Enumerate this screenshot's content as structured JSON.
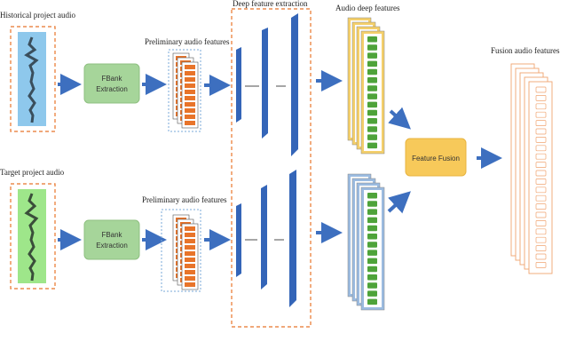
{
  "labels": {
    "historical_audio": "Historical project audio",
    "target_audio": "Target project audio",
    "fbank_top_line1": "FBank",
    "fbank_top_line2": "Extraction",
    "fbank_bottom_line1": "FBank",
    "fbank_bottom_line2": "Extraction",
    "prelim_top": "Preliminary audio features",
    "prelim_bottom": "Preliminary audio features",
    "deep_extraction": "Deep feature extraction",
    "deep_features": "Audio deep features",
    "feature_fusion": "Feature Fusion",
    "fusion_features": "Fusion audio features"
  },
  "colors": {
    "historical_wave_bg": "#8ec8ec",
    "target_wave_bg": "#9ee68a",
    "fbank_box": "#a6d59a",
    "prelim_orange": "#e8742a",
    "cnn_blue": "#3465b8",
    "deep_top_frame": "#f4cf6a",
    "deep_bottom_frame": "#9bbbe0",
    "deep_green": "#4ea33a",
    "fusion_box": "#f7c95a",
    "fusion_outline": "#f0a470",
    "dashed_orange": "#e8742a",
    "arrow_blue": "#3d6fbf"
  }
}
